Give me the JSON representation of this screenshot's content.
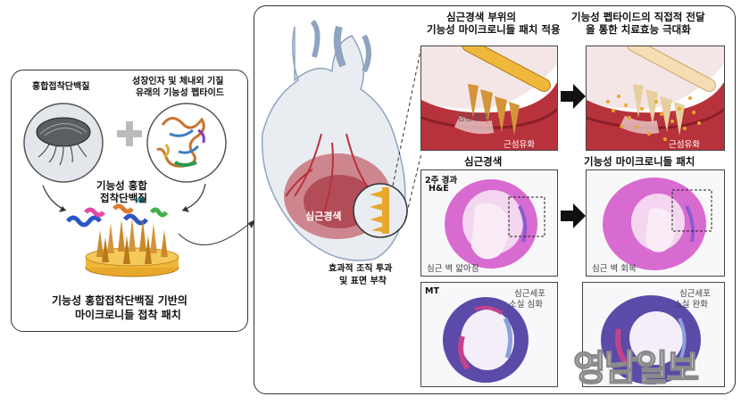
{
  "left_panel": {
    "label_mussel_protein": "홍합접착단백질",
    "label_peptide_line1": "성장인자 및 체내외 기질",
    "label_peptide_line2": "유래의 기능성 펩타이드",
    "label_functional_line1": "기능성 홍합",
    "label_functional_line2": "접착단백질",
    "caption_line1": "기능성 홍합접착단백질 기반의",
    "caption_line2": "마이크로니들 접착 패치"
  },
  "heart": {
    "infarct_label": "심근경색",
    "note_line1": "효과적 조직 투과",
    "note_line2": "및 표면 부착"
  },
  "top_row": {
    "left_title_line1": "심근경색 부위의",
    "left_title_line2": "기능성 마이크로니들 패치 적용",
    "right_title_line1": "기능성 펩타이드의 직접적 전달",
    "right_title_line2": "을 통한 치료효능 극대화",
    "inset_infarct": "심근경색",
    "inset_fibrosis": "근섬유화"
  },
  "mid_row": {
    "left_title": "심근경색",
    "right_title": "기능성 마이크로니들 패치",
    "weeks_label": "2주 경과",
    "stain_label": "H&E",
    "left_caption": "심근 벽 얇아짐",
    "right_caption": "심근 벽 회복"
  },
  "bottom_row": {
    "stain_label": "MT",
    "left_caption_line1": "심근세포",
    "left_caption_line2": "소실 심화",
    "right_caption_line1": "심근세포",
    "right_caption_line2": "소실 완화"
  },
  "watermark": "영남일보",
  "colors": {
    "panel_border": "#333333",
    "tissue_red": "#b8323c",
    "needle_gold": "#e0a93a",
    "he_pink": "#d86bd0",
    "mt_blue": "#5b4aa8"
  }
}
